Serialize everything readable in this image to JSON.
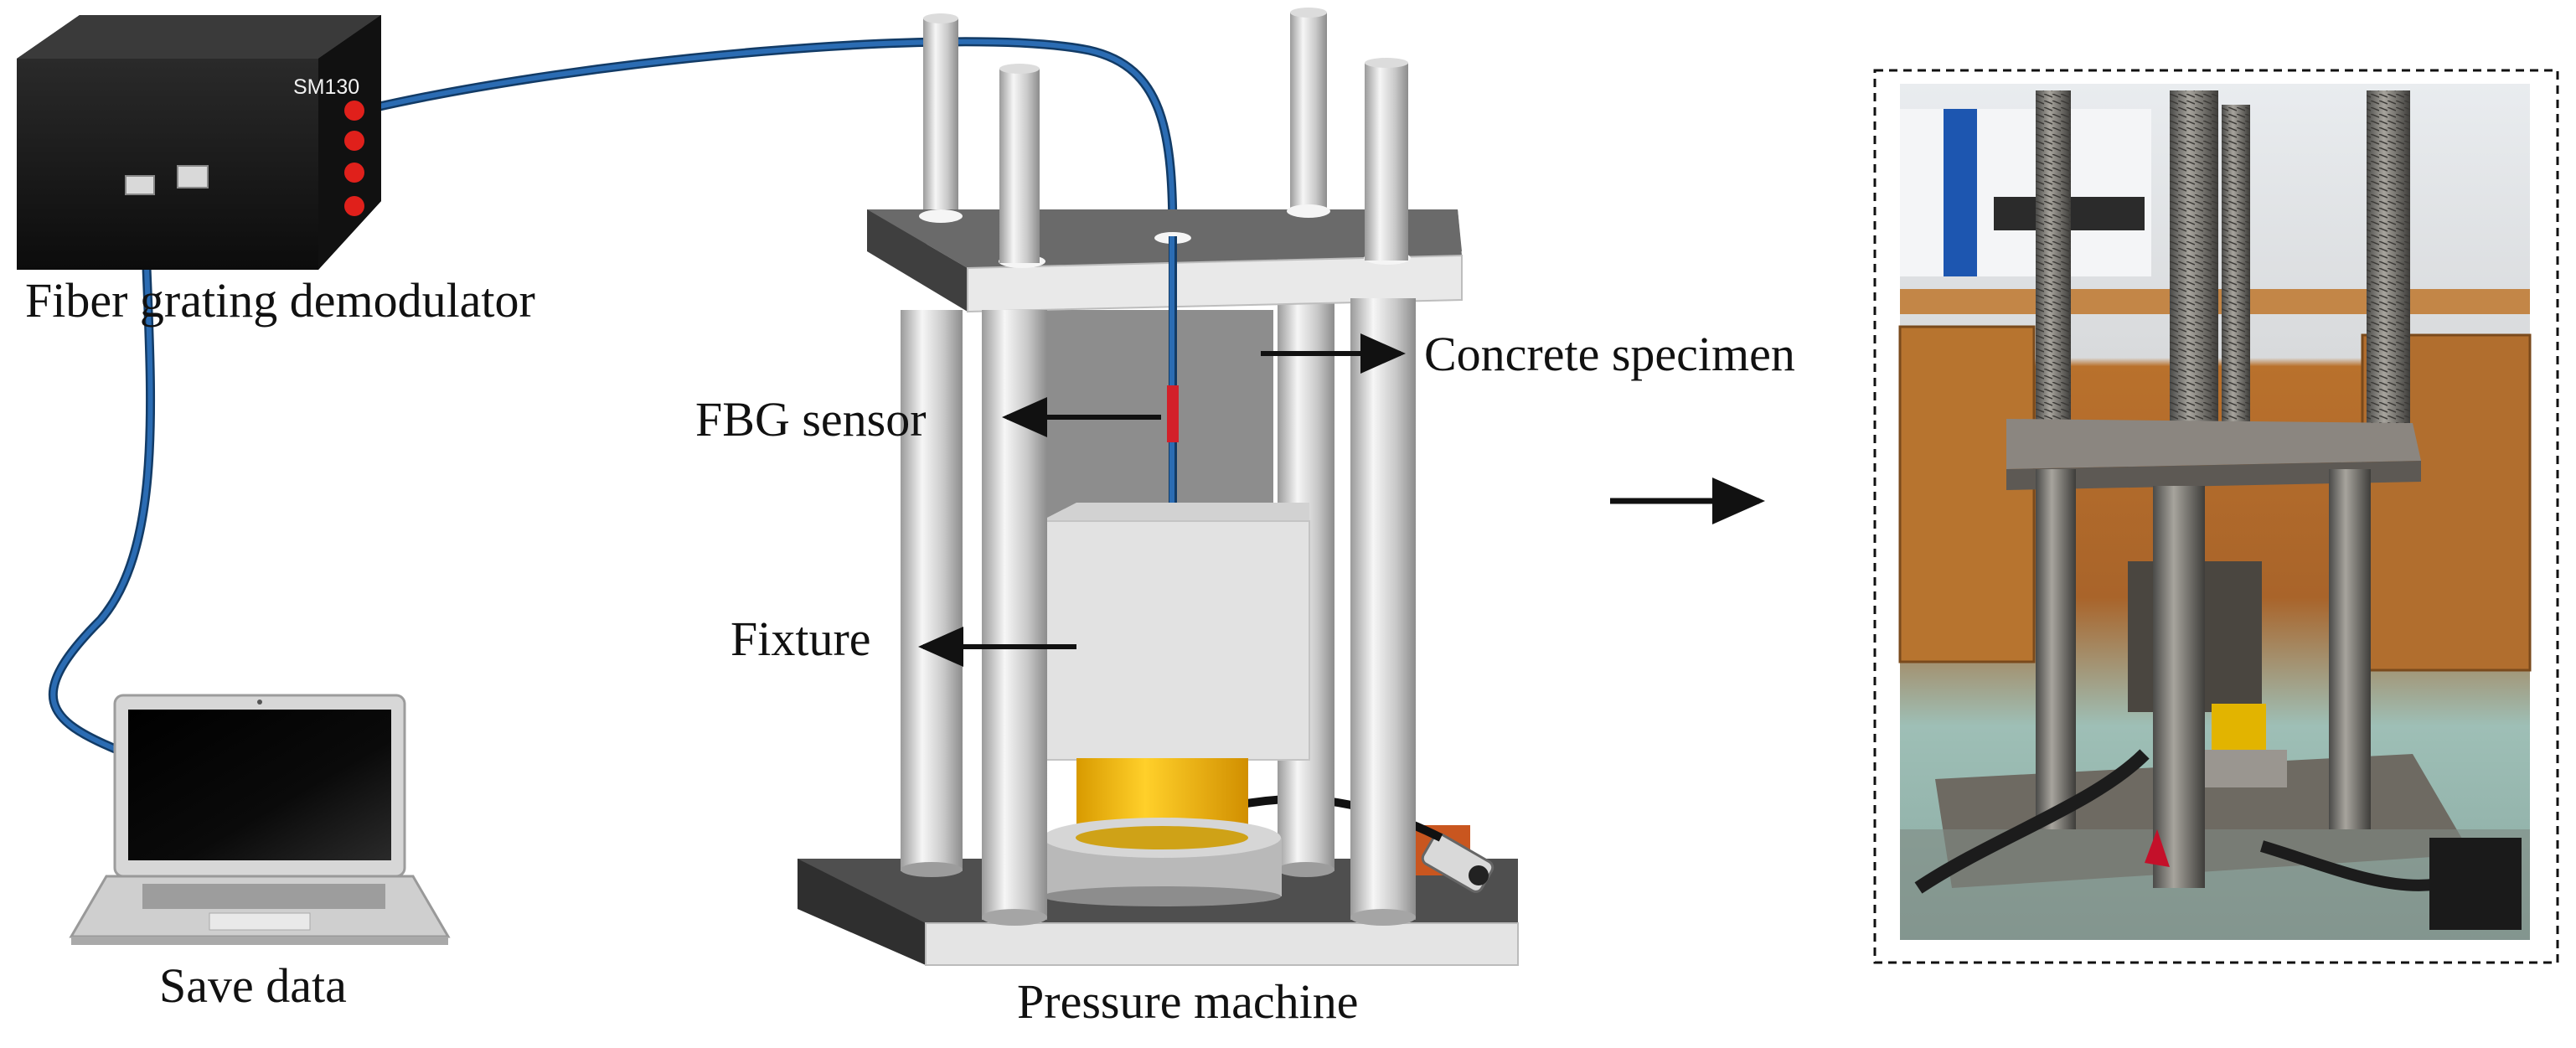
{
  "labels": {
    "demodulator": "Fiber grating demodulator",
    "demodulator_model": "SM130",
    "save_data": "Save data",
    "fbg_sensor": "FBG sensor",
    "concrete_specimen": "Concrete specimen",
    "fixture": "Fixture",
    "pressure_machine": "Pressure machine"
  },
  "colors": {
    "fiber_cable": "#1f5b9a",
    "sensor": "#d3202a",
    "load_cell": "#f2b705",
    "plate_top": "#6e6e6e",
    "plate_side": "#e6e6e6",
    "led": "#e0201b"
  },
  "icons": {
    "demodulator": "demodulator-box-icon",
    "laptop": "laptop-icon",
    "photo": "test-setup-photo"
  }
}
